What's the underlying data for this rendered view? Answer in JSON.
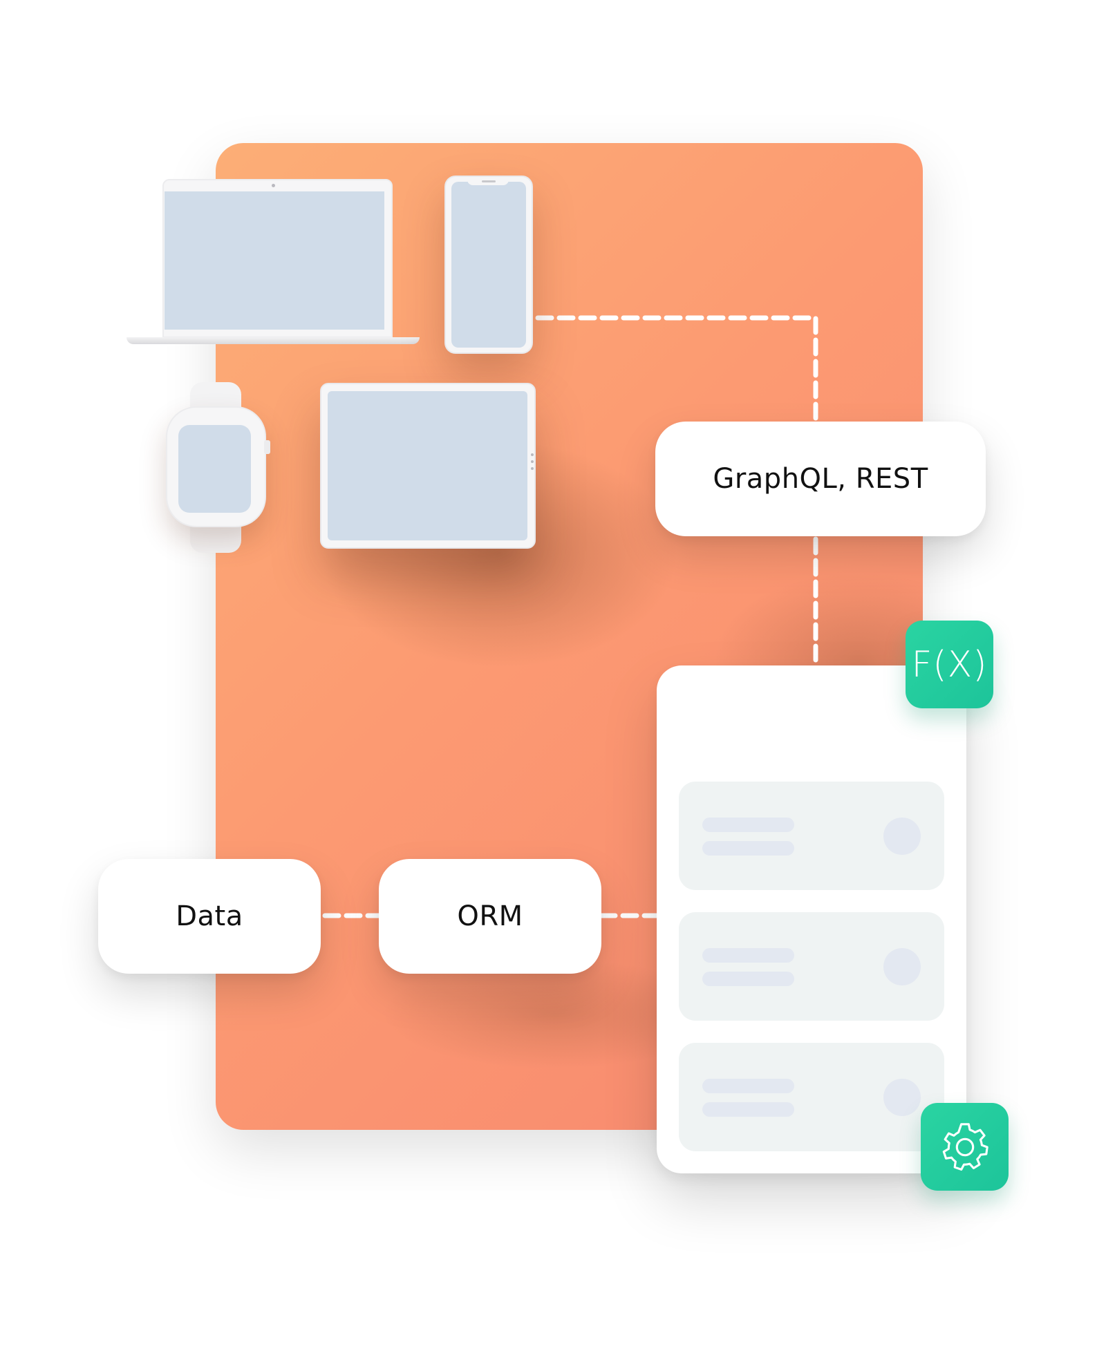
{
  "nodes": {
    "api": "GraphQL, REST",
    "data": "Data",
    "orm": "ORM",
    "function_badge": "F(X)"
  },
  "devices": [
    "laptop",
    "smartphone",
    "smartwatch",
    "tablet"
  ],
  "server": {
    "rows": 3
  },
  "icons": {
    "function_badge": "function-icon",
    "settings_badge": "gear-icon"
  },
  "colors": {
    "panel_start": "#fcae76",
    "panel_end": "#f7886f",
    "accent_green": "#22cc9e",
    "device_screen": "#d0dce9",
    "card_background": "#ffffff",
    "connector": "#ffffff"
  }
}
